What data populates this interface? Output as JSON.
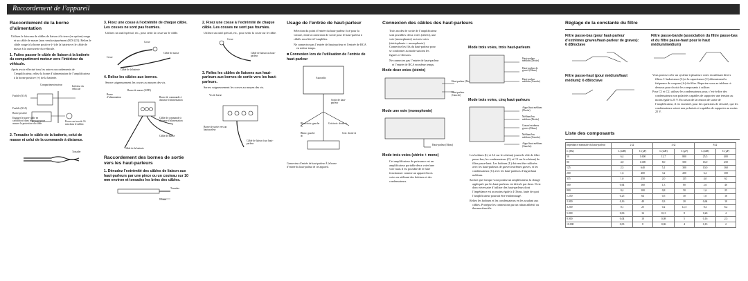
{
  "banner": {
    "title": "Raccordement de l’appareil"
  },
  "col1": {
    "heading": "Raccordement de la borne d’alimentation",
    "bullet1": "Utilisez le faisceau de câbles de liaison à la terre (en option) rouge et un câble de masse (non vendu séparément (RD-223). Reliez le câble rouge à la borne positive (+) de la batterie et le câble de masse à la carrosserie du véhicule.",
    "step1": "1. Faites passer le câble de liaison à la batterie du compartiment moteur vers l’intérieur du véhicule.",
    "bullet2": "Après avoir effectué tous les autres raccordements de l’amplificateur, reliez la borne d’alimentation de l’amplificateur à la borne positive (+) de la batterie.",
    "fig1": {
      "engine": "Compartiment moteur",
      "interior": "Intérieur du véhicule",
      "fuse1": "Fusible (30 A)",
      "fuse2": "Fusible (30 A)",
      "positive": "Borne positive",
      "grommet": "Engager le passe-câble en caoutchouc dans le perçage pour assurer la protection du câble.",
      "drill": "Percez un trou de 16 mm dans le tablier."
    },
    "step2": "2. Torsadez le câble de la batterie, celui de masse et celui de la commande à distance.",
    "fig2": {
      "twist": "Torsader"
    }
  },
  "col2": {
    "step3": "3. Fixez une cosse à l’extrémité de chaque câble. Les cosses ne sont pas fournies.",
    "bullet3": "Utilisez un outil spécial, etc., pour sertir la cosse sur le câble.",
    "fig3": {
      "cosse": "Cosse",
      "cosse2": "Cosse",
      "ground": "Câble de masse",
      "battery": "Câble de la batterie"
    },
    "step4": "4. Reliez les câbles aux bornes.",
    "bullet4": "Serrez soigneusement les cosses au moyen des vis.",
    "fig4": {
      "power": "Borne d’alimentation",
      "ground": "Borne de masse (GND)",
      "remote": "Borne de commande à distance d’alimentation",
      "ground_cable": "Câble de masse",
      "remote_cable": "Câble de commande à distance d’alimentation",
      "battery": "Câble de la batterie"
    },
    "heading2": "Raccordement des bornes de sortie vers les haut-parleurs",
    "step5": "1. Dénudez l’extrémité des câbles de liaison aux haut-parleurs par une pince ou un couteau sur 10 mm environ et torsadez les brins des câbles.",
    "fig5": {
      "twist": "Torsadez",
      "len": "10 mm"
    }
  },
  "col3": {
    "step2": "2. Fixez une cosse à l’extrémité de chaque câble. Les cosses ne sont pas fournies.",
    "bullet2": "Utilisez un outil spécial, etc., pour sertir la cosse sur le câble.",
    "fig2": {
      "cosse": "Cosse",
      "cable": "Câble de liaison au haut-parleur"
    },
    "step3": "3. Reliez les câbles de liaisons aux haut-parleurs aux bornes de sortie vers les haut-parleurs.",
    "bullet3": "Serrez soigneusement les cosses au moyen des vis.",
    "fig3": {
      "screw": "Vis de borne",
      "output": "Borne de sortie vers un haut-parleur",
      "cable": "Câble de liaison à un haut-parleur"
    }
  },
  "col4": {
    "heading": "Usage de l’entrée de haut-parleur",
    "para": "Sélection du point d’entrée du haut-parleur fixé pour la voiture, dont la connexion de sortie pour le haut-parleur à câblés sera liée à l’amplifier.",
    "bullet": "Ne connectez pas l’entrée de haut-parleur et l’entrée de RCA en même temps.",
    "sub": "■ Connexion lors de l’utilisation de l’entrée de haut-parleur",
    "fig": {
      "autoradio": "Autoradio",
      "speaker_out": "Sortie de haut-parleur",
      "white": "Blanc: gauche ⊕",
      "white_black": "Blanc/noir: gauche ⊖",
      "gray": "Gris: droite ⊕",
      "gray_black": "Gris/noir: droite ⊖"
    },
    "caption": "Connecteur d’entrée de haut-parleur À la borne d’entrée du haut-parleur de cet appareil."
  },
  "col5": {
    "heading": "Connexion des câbles des haut-parleurs",
    "para": "Trois modes de sortie de l’amplificateur sont possibles: deux voies (stéréo), une voie (monophonie) ou trois voies (stéréophonie + monophonie). Connectez les fils du haut-parleur pour se conformer au mode suivant les figures ci-dessous.",
    "bullet": "Ne connectez pas l’entrée de haut-parleur et l’entrée de RCA en même temps.",
    "mode2": "Mode deux voies (stéréo)",
    "mode2labels": {
      "right": "Haut-parleur (Droite)",
      "left": "Haut-parleur (Gauche)"
    },
    "mode1": "Mode une voie (monophonie)",
    "mode1labels": {
      "mono": "Haut-parleur (Mono)"
    },
    "mode3": "Mode trois voies (stéréo + mono)",
    "mode3para": "Cet amplificateur de puissance est un amplificateur portable deux voies/une voie mais il est possible de le faire fonctionner comme un appareil trois voies en utilisant des bobines et des condensateurs."
  },
  "col6": {
    "mode3a": "Mode trois voies, trois haut-parleurs",
    "mode3alabels": {
      "right": "Haut-parleur médium (Droite)",
      "sub": "Haut-parleur de graves (Mono)",
      "left": "Haut-parleur médium (Gauche)"
    },
    "mode3b": "Mode trois voies, cinq haut-parleurs",
    "mode3blabels": {
      "right": "Aigus/haut médium (Droite)",
      "midr": "Médium/bas médium (Droite)",
      "sub": "Graves/extrêmes graves (Mono)",
      "midl": "Médium/bas médium (Gauche)",
      "left": "Aigus/haut médium (Gauche)"
    },
    "bullets": [
      "Les bobines (L) et L2 sur le schéma) jouent le rôle de filtre passe-bas; les condensateurs (C) et C2 sur le schéma) de filtre passe-haut. Les bobines (L) doivent être utilisées avec les haut-parleurs de graves/extrêmes graves, et les condensateurs (C) avec les haut-parleurs d’aigus/haut médium.",
      "Sachez que lorsque vous pontez un amplificateur, la charge appliquée par les haut-parleurs est divisée par deux. Il est donc nécessaire d’utiliser des haut-parleurs dont l’impédance est au moins égale à 4 Ohms, faute de quoi l’amplificateur pourrait être endommagé.",
      "Reliez les bobines et les condensateurs en les soudant aux câbles. Protégez les connexions par un ruban adhésif ou thermorétractile."
    ]
  },
  "col7": {
    "heading": "Réglage de la constante du filtre",
    "f1": "Filtre passe-bas (pour haut-parleur d’extrêmes graves/haut-parleur de graves): 6 dB/octave",
    "f2": "Filtre passe-bande (association du filtre passe-bas et du filtre passe-haut pour le haut médium/médium)",
    "f3": "Filtre passe-haut (pour médium/haut médium): 6 dB/octave",
    "bullets": [
      "Vous pouvez créer un système à plusieurs voies en utilisant divers filtres. L’inductance (L) et la capacitance (C) déterminent la fréquence de coupure (fc) du filtre. Reportez-vous au tableau ci-dessous pour choisir les composants à utiliser.",
      "Pour C1 et C2, utilisez les condensateurs pour, c’est-à-dire des condensateurs non polarisés capables de supporter une tension au moins égale à 25 V. En raison de la tension de sortie de l’amplificateur, il est essentiel, pour des questions de sécurité, que les condensateurs soient non polarisés et capables de supporter au moins 25 V."
    ],
    "heading2": "Liste des composants",
    "table": {
      "imp_label": "Impédance nominale du haut-parleur",
      "imps": [
        "2 Ω",
        "4 Ω",
        "8 Ω"
      ],
      "sub": [
        "fc (Hz)",
        "L (mH)",
        "C (µF)",
        "L (mH)",
        "C (µF)",
        "L (mH)",
        "C (µF)"
      ],
      "rows": [
        [
          "50",
          "6,4",
          "1.600",
          "12,7",
          "800",
          "25,5",
          "400"
        ],
        [
          "80",
          "4,0",
          "1.000",
          "8,0",
          "500",
          "16,0",
          "250"
        ],
        [
          "125",
          "2,5",
          "640",
          "5,1",
          "300",
          "10,0",
          "160"
        ],
        [
          "200",
          "1,6",
          "400",
          "3,2",
          "200",
          "6,4",
          "100"
        ],
        [
          "315",
          "1,0",
          "250",
          "2,0",
          "125",
          "4,0",
          "62"
        ],
        [
          "500",
          "0,64",
          "160",
          "1,3",
          "80",
          "2,6",
          "40"
        ],
        [
          "800",
          "0,4",
          "100",
          "0,8",
          "50",
          "1,6",
          "25"
        ],
        [
          "1.250",
          "0,25",
          "64",
          "0,5",
          "30",
          "1,0",
          "16"
        ],
        [
          "2.000",
          "0,16",
          "40",
          "0,3",
          "20",
          "0,64",
          "10"
        ],
        [
          "3.200",
          "0,1",
          "25",
          "0,2",
          "12,5",
          "0,4",
          "6,2"
        ],
        [
          "5.000",
          "0,06",
          "16",
          "0,13",
          "8",
          "0,26",
          "4"
        ],
        [
          "8.000",
          "0,04",
          "10",
          "0,08",
          "5",
          "0,16",
          "2,5"
        ],
        [
          "10.000",
          "0,03",
          "8",
          "0,06",
          "4",
          "0,13",
          "2"
        ]
      ]
    }
  }
}
